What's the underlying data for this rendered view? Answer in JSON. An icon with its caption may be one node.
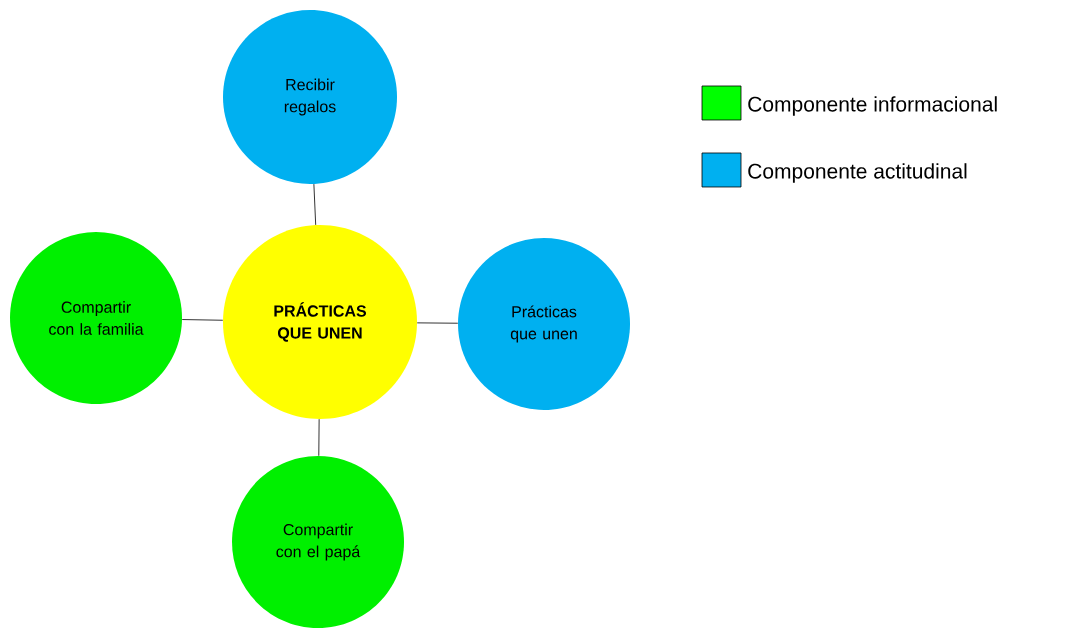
{
  "diagram": {
    "nodes": [
      {
        "text": [
          "Recibir regalos"
        ]
      },
      {
        "text": [
          "Compartir con la familia"
        ]
      },
      {
        "text": [
          "PRÁCTICAS QUE UNEN"
        ]
      },
      {
        "text": [
          "Prácticas que unen"
        ]
      },
      {
        "text": [
          "Compartir con el papá"
        ]
      }
    ],
    "edges": [
      {
        "from": 2,
        "to": 0,
        "arrow": "none"
      },
      {
        "from": 2,
        "to": 1,
        "arrow": "none"
      },
      {
        "from": 2,
        "to": 3,
        "arrow": "none"
      },
      {
        "from": 2,
        "to": 4,
        "arrow": "none"
      }
    ],
    "legend": [
      {
        "text": "Componente informacional",
        "color": "#00ff00"
      },
      {
        "text": "Componente actitudinal",
        "color": "#00b0f0"
      }
    ]
  }
}
